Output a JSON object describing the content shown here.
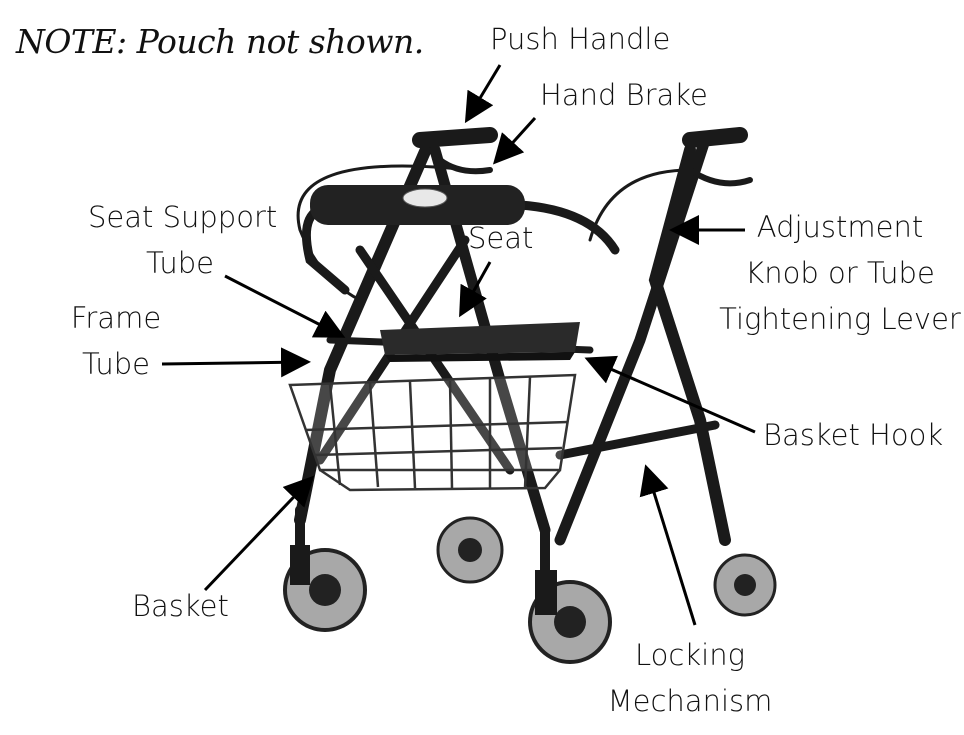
{
  "note": "NOTE: Pouch not shown.",
  "labels": {
    "push_handle": "Push Handle",
    "hand_brake": "Hand Brake",
    "seat_support_tube": [
      "Seat Support",
      "Tube"
    ],
    "seat": "Seat",
    "frame_tube": [
      "Frame",
      "Tube"
    ],
    "adjustment_knob": [
      "Adjustment",
      "Knob or Tube",
      "Tightening Lever"
    ],
    "basket_hook": "Basket Hook",
    "basket": "Basket",
    "locking_mechanism": [
      "Locking",
      "Mechanism"
    ]
  },
  "colors": {
    "frame": "#1a1a1a",
    "wheel": "#9a9a9a",
    "text": "#111111"
  }
}
